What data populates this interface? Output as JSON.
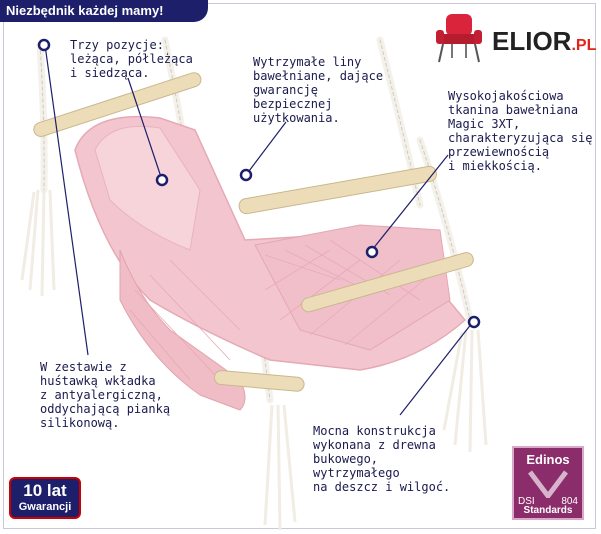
{
  "header": {
    "tagline": "Niezbędnik każdej mamy!"
  },
  "brand": {
    "name": "ELIOR",
    "suffix": ".PL"
  },
  "callouts": {
    "positions": "Trzy pozycje:\nleżąca, półleżąca\ni siedząca.",
    "ropes": "Wytrzymałe liny\nbawełniane, dające\ngwarancję\nbezpiecznej\nużytkowania.",
    "fabric": "Wysokojakościowa\ntkanina bawełniana\nMagic 3XT,\ncharakteryzująca się\nprzewiewnością\ni miekkością.",
    "insert": "W zestawie z\nhuśtawką wkładka\nz antyalergiczną,\noddychającą pianką\nsilikonową.",
    "construction": "Mocna konstrukcja\nwykonana z drewna\nbukowego,\nwytrzymałego\nna deszcz i wilgoć."
  },
  "badges": {
    "warranty_big": "10 lat",
    "warranty_small": "Gwarancji",
    "cert_name": "Edinos",
    "cert_dsi": "DSI",
    "cert_number": "804",
    "cert_standards": "Standards"
  },
  "icons": {
    "logo": "chair-icon"
  },
  "colors": {
    "navy": "#1d1f6b",
    "pink": "#f3c6cf",
    "pink_dark": "#e8aab6",
    "wood": "#ecdcb7",
    "brand_red": "#e2231a",
    "cert_purple": "#8b2c6b"
  }
}
